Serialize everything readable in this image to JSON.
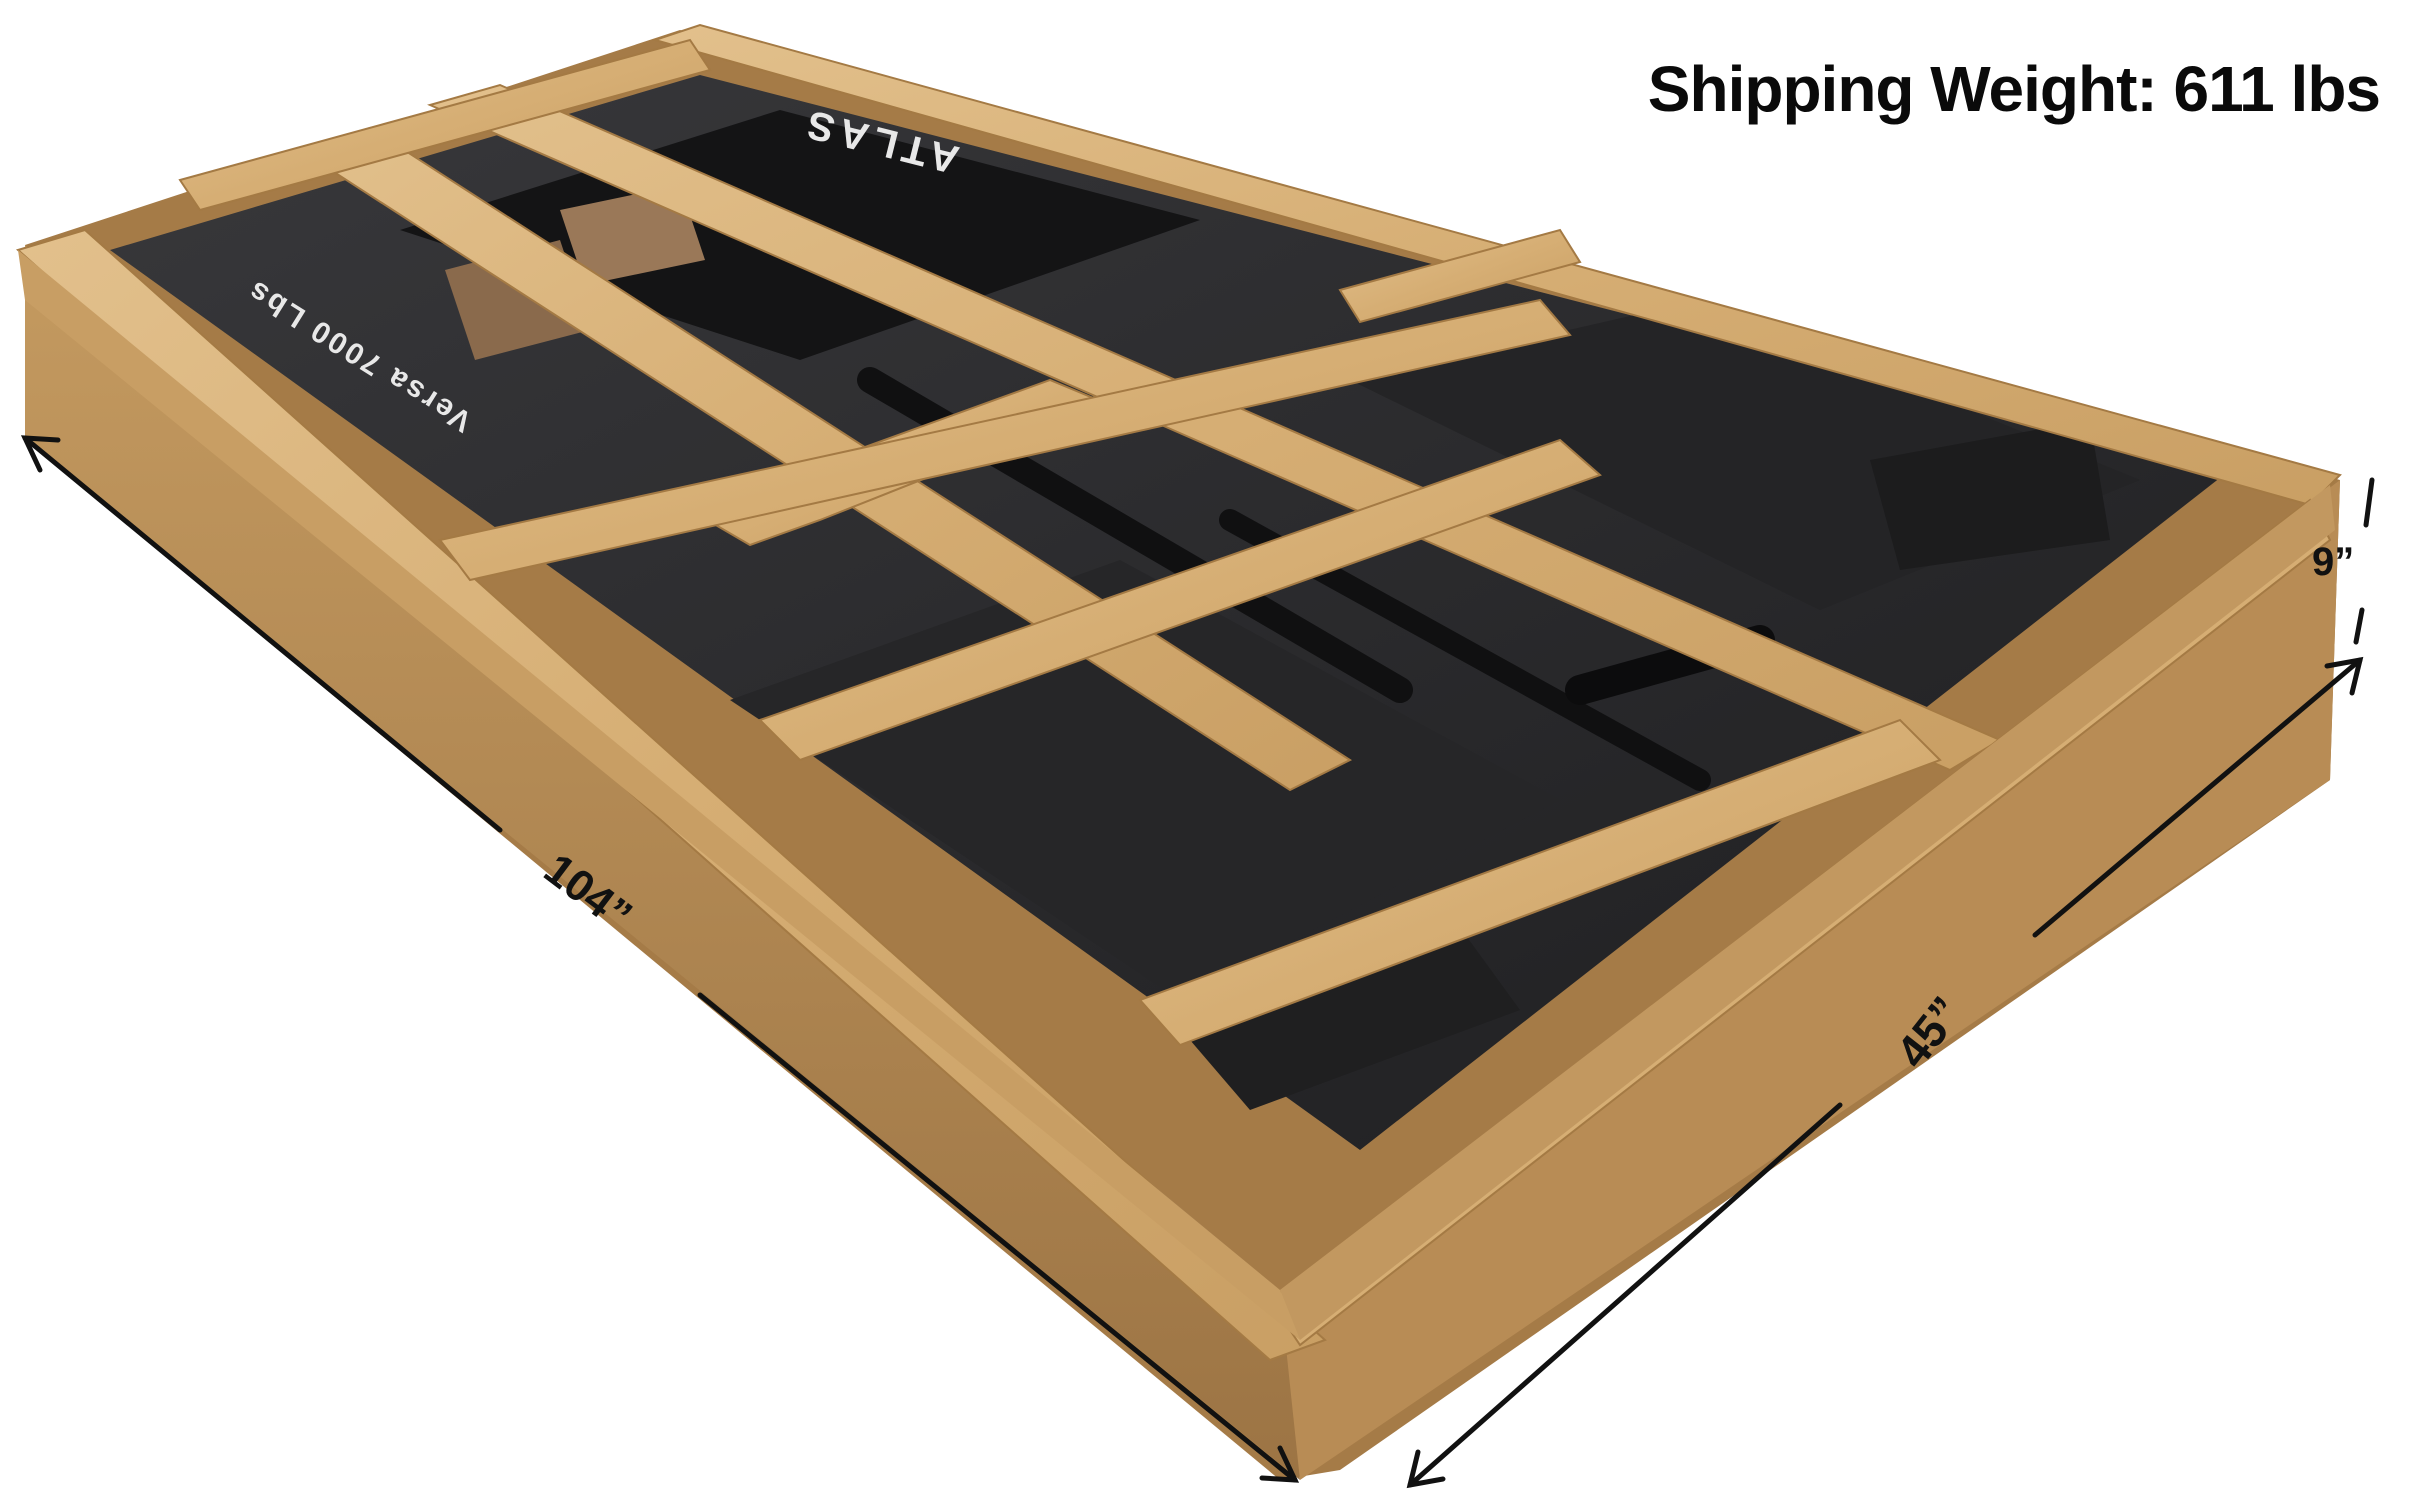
{
  "headline": {
    "text": "Shipping Weight: 611 lbs"
  },
  "dimensions": {
    "length": "104”",
    "width": "45”",
    "height": "9”"
  },
  "stencils": {
    "brand": "ATLAS",
    "model": "Versa 7000 Lbs"
  },
  "colors": {
    "wood_light": "#d9b47e",
    "wood_mid": "#c49a60",
    "wood_dark": "#9c7444",
    "steel": "#2b2b2d",
    "steel_dark": "#19191a",
    "text": "#0a0a0a",
    "background": "#ffffff"
  }
}
